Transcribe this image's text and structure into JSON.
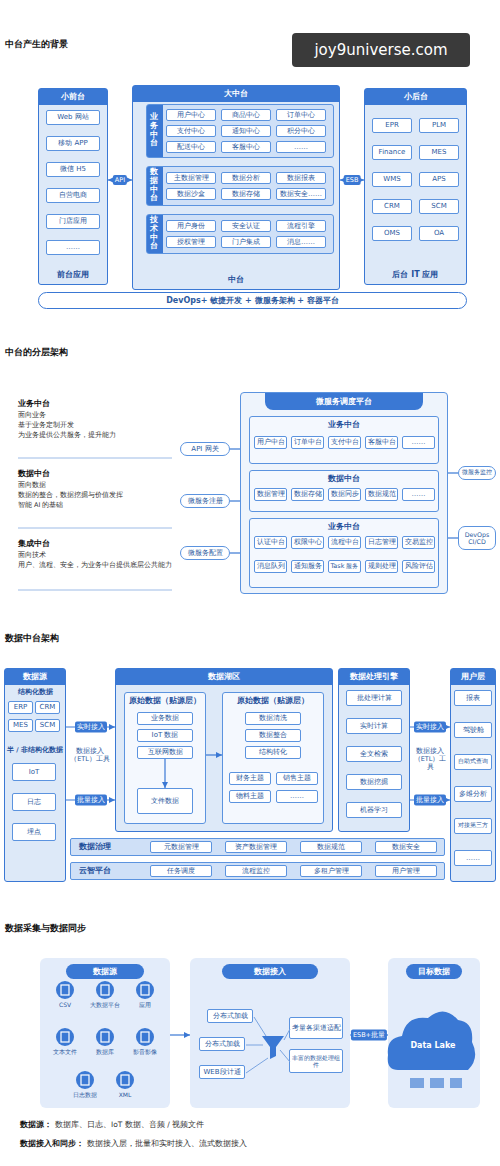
{
  "diagram": {
    "nodes": [
      {
        "text": [
          "小前台",
          "前台应用"
        ]
      },
      {
        "text": [
          "Web 网站"
        ],
        "in": 0
      },
      {
        "text": [
          "移动 APP"
        ],
        "in": 0
      },
      {
        "text": [
          "微信 H5"
        ],
        "in": 0
      },
      {
        "text": [
          "自营电商"
        ],
        "in": 0
      },
      {
        "text": [
          "门店应用"
        ],
        "in": 0
      },
      {
        "text": [
          "……"
        ],
        "in": 0
      },
      {
        "text": [
          "大中台",
          "中台"
        ]
      },
      {
        "text": [
          "业务中台"
        ],
        "in": 7
      },
      {
        "text": [
          "用户中心"
        ],
        "in": 8
      },
      {
        "text": [
          "商品中心"
        ],
        "in": 8
      },
      {
        "text": [
          "订单中心"
        ],
        "in": 8
      },
      {
        "text": [
          "支付中心"
        ],
        "in": 8
      },
      {
        "text": [
          "通知中心"
        ],
        "in": 8
      },
      {
        "text": [
          "积分中心"
        ],
        "in": 8
      },
      {
        "text": [
          "配送中心"
        ],
        "in": 8
      },
      {
        "text": [
          "客服中心"
        ],
        "in": 8
      },
      {
        "text": [
          "……"
        ],
        "in": 8
      },
      {
        "text": [
          "数据中台"
        ],
        "in": 7
      },
      {
        "text": [
          "主数据管理"
        ],
        "in": 18
      },
      {
        "text": [
          "数据分析"
        ],
        "in": 18
      },
      {
        "text": [
          "数据报表"
        ],
        "in": 18
      },
      {
        "text": [
          "数据沙盒"
        ],
        "in": 18
      },
      {
        "text": [
          "数据存储"
        ],
        "in": 18
      },
      {
        "text": [
          "数据安全……"
        ],
        "in": 18
      },
      {
        "text": [
          "技术中台"
        ],
        "in": 7
      },
      {
        "text": [
          "用户身份"
        ],
        "in": 25
      },
      {
        "text": [
          "安全认证"
        ],
        "in": 25
      },
      {
        "text": [
          "流程引擎"
        ],
        "in": 25
      },
      {
        "text": [
          "授权管理"
        ],
        "in": 25
      },
      {
        "text": [
          "门户集成"
        ],
        "in": 25
      },
      {
        "text": [
          "消息……"
        ],
        "in": 25
      },
      {
        "text": [
          "小后台",
          "后台 IT 应用"
        ]
      },
      {
        "text": [
          "EPR"
        ],
        "in": 32
      },
      {
        "text": [
          "PLM"
        ],
        "in": 32
      },
      {
        "text": [
          "Finance"
        ],
        "in": 32
      },
      {
        "text": [
          "MES"
        ],
        "in": 32
      },
      {
        "text": [
          "WMS"
        ],
        "in": 32
      },
      {
        "text": [
          "APS"
        ],
        "in": 32
      },
      {
        "text": [
          "CRM"
        ],
        "in": 32
      },
      {
        "text": [
          "SCM"
        ],
        "in": 32
      },
      {
        "text": [
          "OMS"
        ],
        "in": 32
      },
      {
        "text": [
          "OA"
        ],
        "in": 32
      },
      {
        "text": [
          "DevOps+ 敏捷开发 + 微服务架构 + 容器平台"
        ]
      },
      {
        "text": [
          "API 网关"
        ]
      },
      {
        "text": [
          "微服务注册"
        ]
      },
      {
        "text": [
          "微服务配置"
        ]
      },
      {
        "text": [
          "微服务调度平台"
        ]
      },
      {
        "text": [
          "业务中台"
        ],
        "in": 47
      },
      {
        "text": [
          "用户中台"
        ],
        "in": 48
      },
      {
        "text": [
          "订单中台"
        ],
        "in": 48
      },
      {
        "text": [
          "支付中台"
        ],
        "in": 48
      },
      {
        "text": [
          "客服中台"
        ],
        "in": 48
      },
      {
        "text": [
          "……"
        ],
        "in": 48
      },
      {
        "text": [
          "数据中台"
        ],
        "in": 47
      },
      {
        "text": [
          "数据管理"
        ],
        "in": 54
      },
      {
        "text": [
          "数据存储"
        ],
        "in": 54
      },
      {
        "text": [
          "数据同步"
        ],
        "in": 54
      },
      {
        "text": [
          "数据规范"
        ],
        "in": 54
      },
      {
        "text": [
          "……"
        ],
        "in": 54
      },
      {
        "text": [
          "业务中台"
        ],
        "in": 47
      },
      {
        "text": [
          "认证中台"
        ],
        "in": 60
      },
      {
        "text": [
          "权限中心"
        ],
        "in": 60
      },
      {
        "text": [
          "流程中台"
        ],
        "in": 60
      },
      {
        "text": [
          "日志管理"
        ],
        "in": 60
      },
      {
        "text": [
          "交易监控"
        ],
        "in": 60
      },
      {
        "text": [
          "消息队列"
        ],
        "in": 60
      },
      {
        "text": [
          "通知服务"
        ],
        "in": 60
      },
      {
        "text": [
          "Task 服务"
        ],
        "in": 60
      },
      {
        "text": [
          "规则处理"
        ],
        "in": 60
      },
      {
        "text": [
          "风险评估"
        ],
        "in": 60
      },
      {
        "text": [
          "微服务监控"
        ]
      },
      {
        "text": [
          "DevOps CI/CD"
        ]
      },
      {
        "text": [
          "数据源"
        ]
      },
      {
        "text": [
          "结构化数据"
        ],
        "in": 73
      },
      {
        "text": [
          "ERP"
        ],
        "in": 74
      },
      {
        "text": [
          "CRM"
        ],
        "in": 74
      },
      {
        "text": [
          "MES"
        ],
        "in": 74
      },
      {
        "text": [
          "SCM"
        ],
        "in": 74
      },
      {
        "text": [
          "半 / 非结构化数据"
        ],
        "in": 73
      },
      {
        "text": [
          "IoT"
        ],
        "in": 79
      },
      {
        "text": [
          "日志"
        ],
        "in": 79
      },
      {
        "text": [
          "埋点"
        ],
        "in": 79
      },
      {
        "text": [
          "数据湖区"
        ]
      },
      {
        "text": [
          "原始数据（贴源层）"
        ],
        "in": 83
      },
      {
        "text": [
          "业务数据"
        ],
        "in": 84
      },
      {
        "text": [
          "IoT 数据"
        ],
        "in": 84
      },
      {
        "text": [
          "互联网数据"
        ],
        "in": 84
      },
      {
        "text": [
          "文件数据"
        ],
        "in": 84
      },
      {
        "text": [
          "原始数据（贴源层）"
        ],
        "in": 83
      },
      {
        "text": [
          "数据清洗"
        ],
        "in": 89
      },
      {
        "text": [
          "数据整合"
        ],
        "in": 89
      },
      {
        "text": [
          "结构转化"
        ],
        "in": 89
      },
      {
        "text": [
          "财务主题"
        ],
        "in": 89
      },
      {
        "text": [
          "销售主题"
        ],
        "in": 89
      },
      {
        "text": [
          "物料主题"
        ],
        "in": 89
      },
      {
        "text": [
          "……"
        ],
        "in": 89
      },
      {
        "text": [
          "数据处理引擎"
        ]
      },
      {
        "text": [
          "批处理计算"
        ],
        "in": 97
      },
      {
        "text": [
          "实时计算"
        ],
        "in": 97
      },
      {
        "text": [
          "全文检索"
        ],
        "in": 97
      },
      {
        "text": [
          "数据挖掘"
        ],
        "in": 97
      },
      {
        "text": [
          "机器学习"
        ],
        "in": 97
      },
      {
        "text": [
          "用户层"
        ]
      },
      {
        "text": [
          "报表"
        ],
        "in": 103
      },
      {
        "text": [
          "驾驶舱"
        ],
        "in": 103
      },
      {
        "text": [
          "自助式查询"
        ],
        "in": 103
      },
      {
        "text": [
          "多维分析"
        ],
        "in": 103
      },
      {
        "text": [
          "对接第三方"
        ],
        "in": 103
      },
      {
        "text": [
          "……"
        ],
        "in": 103
      },
      {
        "text": [
          "数据治理"
        ]
      },
      {
        "text": [
          "元数据管理"
        ],
        "in": 110
      },
      {
        "text": [
          "资产数据管理"
        ],
        "in": 110
      },
      {
        "text": [
          "数据规范"
        ],
        "in": 110
      },
      {
        "text": [
          "数据安全"
        ],
        "in": 110
      },
      {
        "text": [
          "云智平台"
        ]
      },
      {
        "text": [
          "任务调度"
        ],
        "in": 115
      },
      {
        "text": [
          "流程监控"
        ],
        "in": 115
      },
      {
        "text": [
          "多租户管理"
        ],
        "in": 115
      },
      {
        "text": [
          "用户管理"
        ],
        "in": 115
      },
      {
        "text": [
          "数据源"
        ]
      },
      {
        "text": [
          "数据接入"
        ]
      },
      {
        "text": [
          "分布式加载"
        ],
        "in": 121
      },
      {
        "text": [
          "分布式加载"
        ],
        "in": 121
      },
      {
        "text": [
          "WEB段计通"
        ],
        "in": 121
      },
      {
        "text": [
          "考量各渠道适配"
        ],
        "in": 121
      },
      {
        "text": [
          "丰富的数据处理组件"
        ],
        "in": 121
      },
      {
        "text": [
          "目标数据"
        ]
      }
    ],
    "edges": [
      {
        "from": 0,
        "to": 7,
        "arrow": "both",
        "label": "API"
      },
      {
        "from": 7,
        "to": 32,
        "arrow": "both",
        "label": "ESB"
      },
      {
        "from": 44,
        "to": 47,
        "arrow": "none"
      },
      {
        "from": 45,
        "to": 47,
        "arrow": "none"
      },
      {
        "from": 46,
        "to": 47,
        "arrow": "none"
      },
      {
        "from": 47,
        "to": 71,
        "arrow": "none"
      },
      {
        "from": 47,
        "to": 72,
        "arrow": "none"
      },
      {
        "from": 73,
        "to": 83,
        "arrow": "to",
        "label": "实时接入"
      },
      {
        "from": 73,
        "to": 83,
        "arrow": "to",
        "label": "批量接入"
      },
      {
        "from": 87,
        "to": 88,
        "arrow": "to"
      },
      {
        "from": 84,
        "to": 89,
        "arrow": "to"
      },
      {
        "from": 97,
        "to": 103,
        "arrow": "to",
        "label": "实时接入"
      },
      {
        "from": 97,
        "to": 103,
        "arrow": "to",
        "label": "批量接入"
      },
      {
        "from": 120,
        "to": 121,
        "arrow": "to"
      },
      {
        "from": 121,
        "to": 127,
        "arrow": "to",
        "label": "ESB+批量"
      }
    ],
    "labels": [
      "joy9universe.com",
      "中台产生的背景",
      "中台的分层架构",
      "业务中台",
      "面向业务",
      "基于业务定制开发",
      "为业务提供公共服务，提升能力",
      "数据中台",
      "面向数据",
      "数据的整合，数据挖掘与价值发挥",
      "智能 AI 的基础",
      "集成中台",
      "面向技术",
      "用户、流程、安全，为业务中台提供底层公共能力",
      "数据中台架构",
      "数据接入（ETL）工具",
      "数据接入（ETL）工具",
      "数据采集与数据同步",
      "CSV",
      "大数据平台",
      "应用",
      "文本文件",
      "数据库",
      "影音影像",
      "日志数据",
      "XML",
      "Data Lake",
      "数据源：",
      "数据库、日志、IoT 数据、音频 / 视频文件",
      "数据接入和同步：",
      "数据接入层，批量和实时接入、流式数据接入"
    ]
  }
}
